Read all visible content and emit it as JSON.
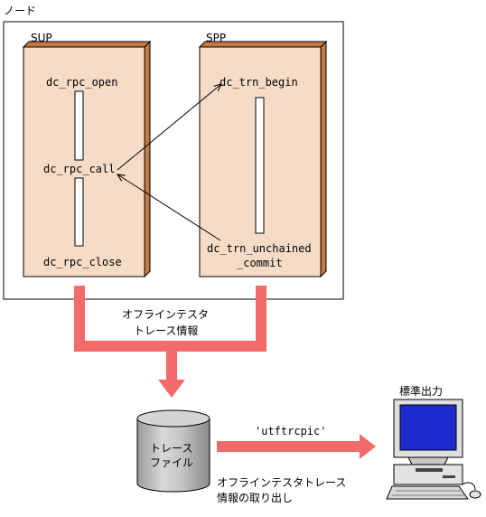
{
  "node": {
    "label": "ノード"
  },
  "sup": {
    "label": "SUP",
    "calls": {
      "open": "dc_rpc_open",
      "call": "dc_rpc_call",
      "close": "dc_rpc_close"
    }
  },
  "spp": {
    "label": "SPP",
    "calls": {
      "begin": "dc_trn_begin",
      "unchained_1": "dc_trn_unchained",
      "unchained_2": "_commit"
    }
  },
  "flow": {
    "trace_info_1": "オフラインテスタ",
    "trace_info_2": "トレース情報",
    "command": "'utftrcpic'",
    "extract_1": "オフラインテスタトレース",
    "extract_2": "情報の取り出し"
  },
  "trace_file": {
    "line1": "トレース",
    "line2": "ファイル"
  },
  "output": {
    "label": "標準出力"
  },
  "colors": {
    "process_box": "#f6dcc6",
    "process_shadow": "#c47a45",
    "flow_arrow": "#f26b6b",
    "screen": "#1d2bd0"
  }
}
